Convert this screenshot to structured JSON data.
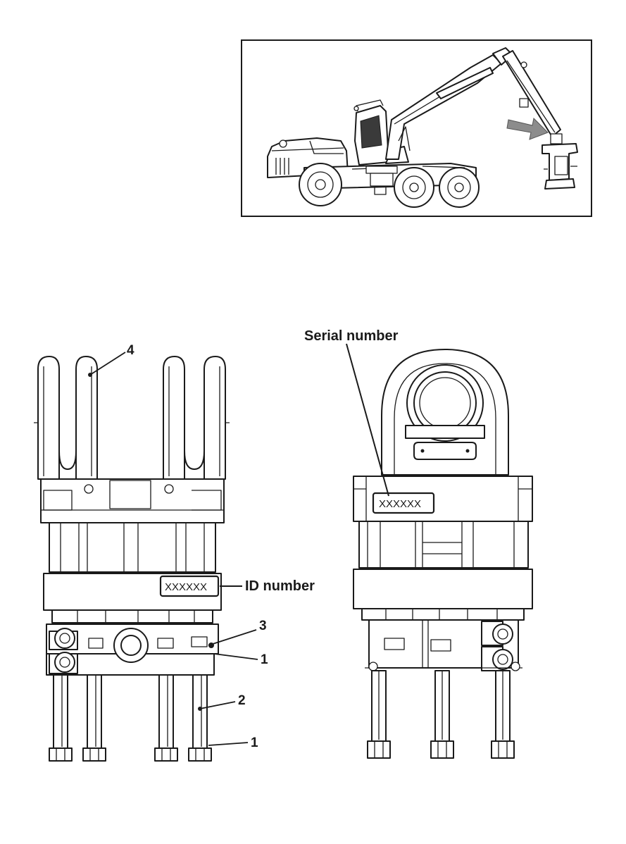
{
  "labels": {
    "serial_number": "Serial number",
    "id_number": "ID number",
    "id_plate_text": "XXXXXX",
    "serial_plate_text": "XXXXXX"
  },
  "callouts": {
    "c4": "4",
    "c3": "3",
    "c1_upper": "1",
    "c2": "2",
    "c1_lower": "1"
  }
}
